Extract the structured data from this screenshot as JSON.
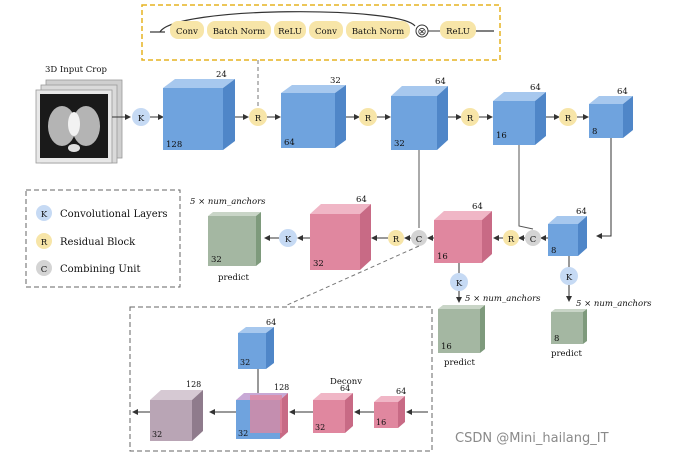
{
  "colors": {
    "blue": "#6fa3de",
    "blue_top": "#a7c8ee",
    "blue_side": "#4f86c8",
    "pink": "#e0879f",
    "pink_top": "#f0b6c6",
    "pink_side": "#c86a85",
    "gray_green": "#a4b7a2",
    "mauve": "#b9a5b5",
    "node_k": "#c6daf4",
    "node_r": "#f7e5a8",
    "node_c": "#d4d4d4",
    "block_border": "#e6b422"
  },
  "input": {
    "label": "3D Input Crop"
  },
  "residual_block": {
    "items": [
      "Conv",
      "Batch Norm",
      "ReLU",
      "Conv",
      "Batch Norm",
      "ReLU"
    ],
    "add_symbol": "⊗"
  },
  "nodes": {
    "k": "K",
    "r": "R",
    "c": "C"
  },
  "encoder": {
    "cube1": {
      "top": "24",
      "front": "128"
    },
    "cube2": {
      "top": "32",
      "front": "64"
    },
    "cube3": {
      "top": "64",
      "front": "32"
    },
    "cube4": {
      "top": "64",
      "front": "16"
    },
    "cube5": {
      "top": "64",
      "front": "8"
    }
  },
  "decoder": {
    "cube_a": {
      "top": "64",
      "front": "32"
    },
    "cube_b": {
      "top": "64",
      "front": "16"
    },
    "cube_c": {
      "top": "64",
      "front": "8"
    }
  },
  "outputs": {
    "anchors_label": "5 × num_anchors",
    "predict_label": "predict",
    "out1_front": "32",
    "out2_front": "16",
    "out3_front": "8"
  },
  "legend": {
    "items": [
      {
        "key": "K",
        "label": "Convolutional Layers"
      },
      {
        "key": "R",
        "label": "Residual Block"
      },
      {
        "key": "C",
        "label": "Combining Unit"
      }
    ]
  },
  "combine_detail": {
    "deconv_label": "Deconv",
    "skip_cube": {
      "top": "64",
      "front": "32"
    },
    "merged_cube": {
      "top": "128",
      "front": "32"
    },
    "deconv_cube1": {
      "top": "64",
      "front": "32"
    },
    "deconv_cube2": {
      "top": "64",
      "front": "16"
    },
    "result_cube": {
      "top": "128",
      "front": "32"
    }
  },
  "watermark": "CSDN @Mini_hailang_IT"
}
